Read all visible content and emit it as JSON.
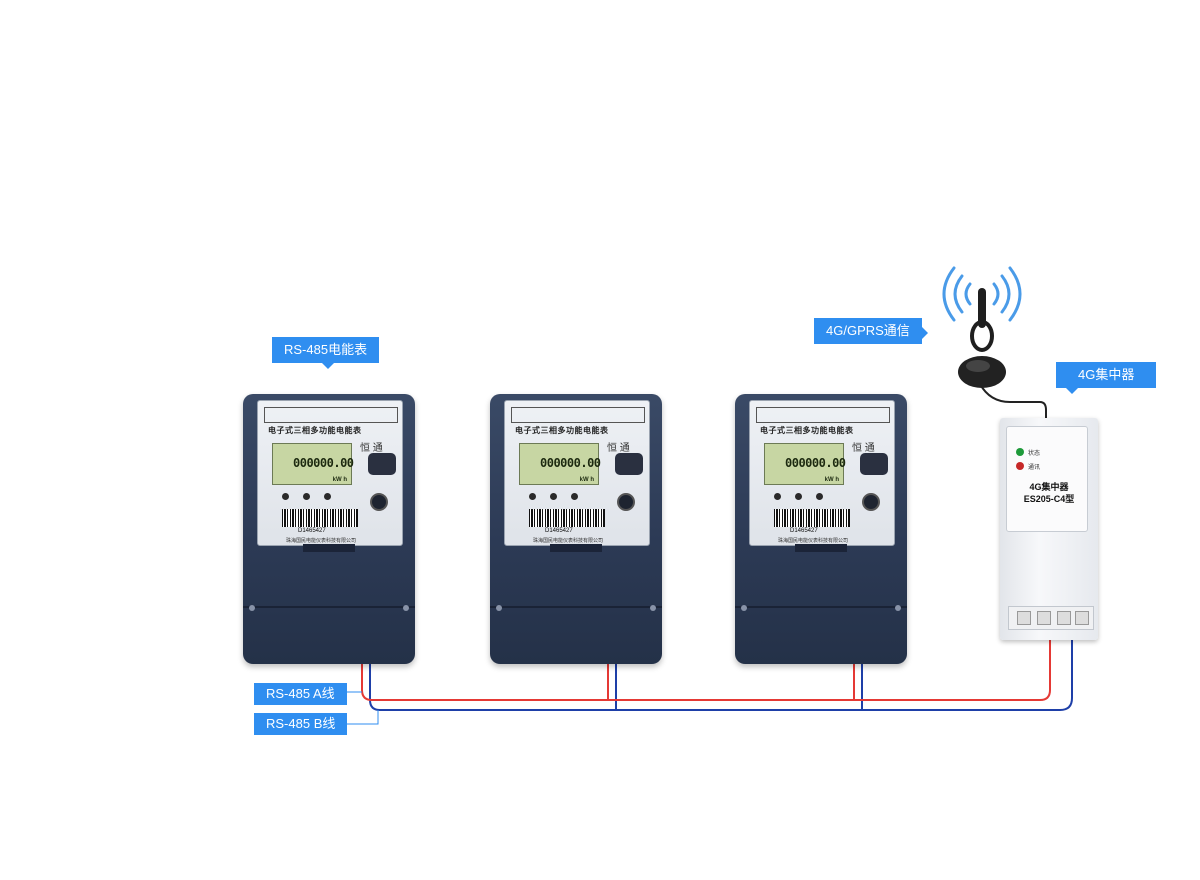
{
  "labels": {
    "meter_callout": "RS-485电能表",
    "gprs_callout": "4G/GPRS通信",
    "concentrator_callout": "4G集中器",
    "line_a": "RS-485 A线",
    "line_b": "RS-485 B线"
  },
  "meter": {
    "title": "电子式三相多功能电能表",
    "lcd_value": "000000.00",
    "lcd_unit": "kW h",
    "brand": "恒 通",
    "serial": "D1465427",
    "maker": "珠海国民电能仪表科技有限公司"
  },
  "concentrator": {
    "status_label": "状态",
    "comm_label": "通讯",
    "name_line1": "4G集中器",
    "name_line2": "ES205-C4型"
  },
  "colors": {
    "callout": "#2f8ef0",
    "wire_a": "#e53935",
    "wire_b": "#1e3fa8",
    "meter_body": "#2c3a55",
    "antenna_wave": "#4a9be8"
  }
}
